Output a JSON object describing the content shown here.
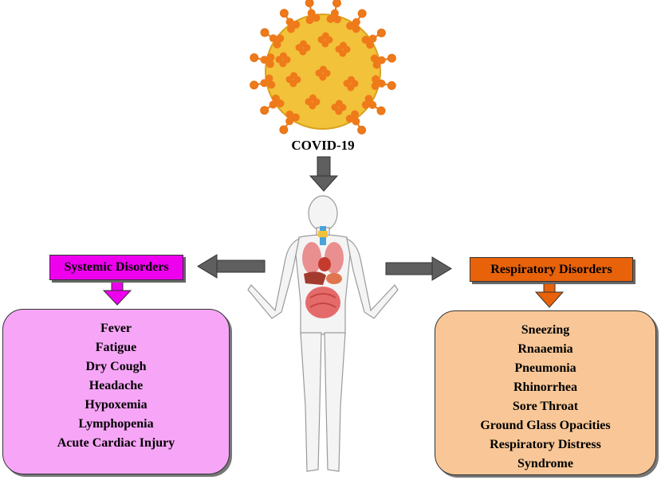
{
  "virus": {
    "title": "COVID-19"
  },
  "systemic": {
    "label": "Systemic Disorders",
    "color": "#ee00ee",
    "box_color": "#f7a6f7",
    "items": [
      "Fever",
      "Fatigue",
      "Dry Cough",
      "Headache",
      "Hypoxemia",
      "Lymphopenia",
      "Acute Cardiac Injury"
    ]
  },
  "respiratory": {
    "label": "Respiratory Disorders",
    "color": "#e8620a",
    "box_color": "#f9c797",
    "items": [
      "Sneezing",
      "Rnaaemia",
      "Pneumonia",
      "Rhinorrhea",
      "Sore Throat",
      "Ground Glass Opacities",
      "Respiratory Distress",
      "Syndrome"
    ]
  },
  "colors": {
    "virus_body": "#f2c23a",
    "virus_spike": "#ef7a1a",
    "arrow_gray": "#5f5f5f"
  }
}
